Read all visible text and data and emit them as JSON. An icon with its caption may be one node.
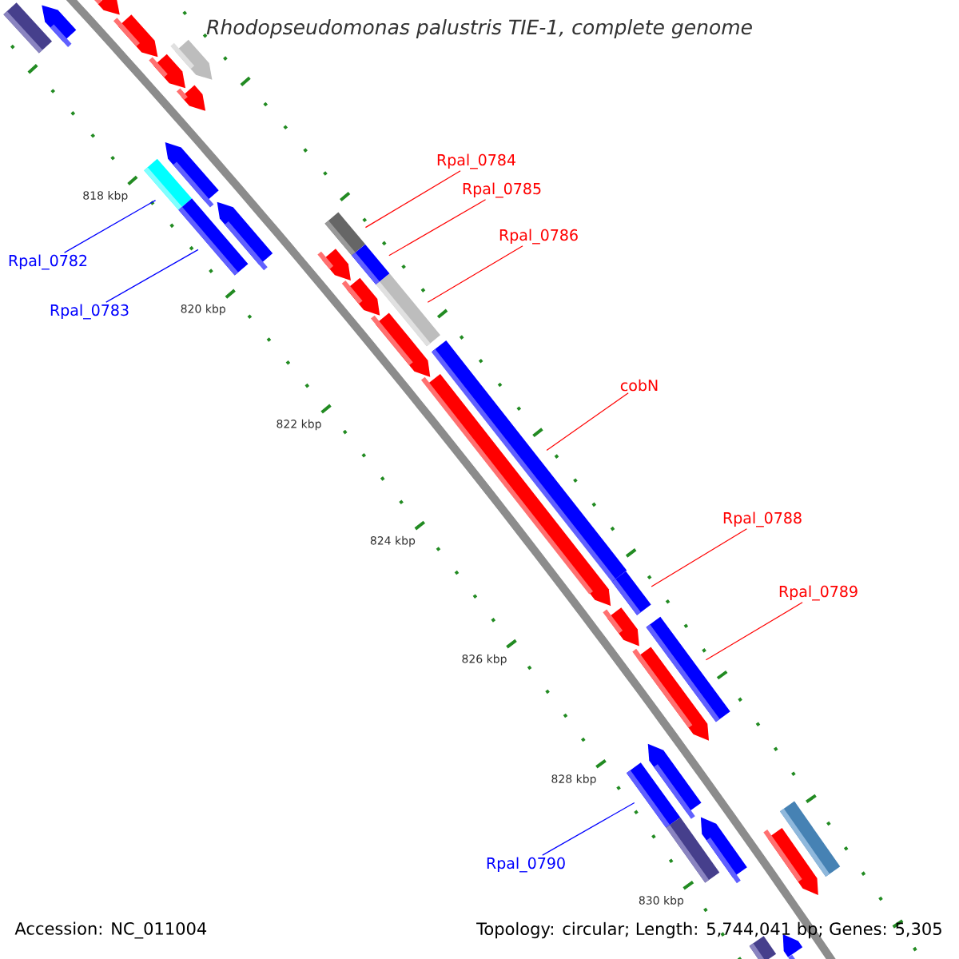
{
  "diagram": {
    "title": "Rhodopseudomonas palustris TIE-1, complete genome",
    "nodes": [
      {
        "text": [
          "Rpal_0784"
        ]
      },
      {
        "text": [
          "Rpal_0785"
        ]
      },
      {
        "text": [
          "Rpal_0786"
        ]
      },
      {
        "text": [
          "Rpal_0782"
        ]
      },
      {
        "text": [
          "Rpal_0783"
        ]
      },
      {
        "text": [
          "cobN"
        ]
      },
      {
        "text": [
          "Rpal_0788"
        ]
      },
      {
        "text": [
          "Rpal_0789"
        ]
      },
      {
        "text": [
          "Rpal_0790"
        ]
      },
      {
        "text": [],
        "shape": "bar"
      },
      {
        "text": [],
        "shape": "arrow"
      },
      {
        "text": [],
        "shape": "arrow"
      },
      {
        "text": [],
        "shape": "arrow"
      },
      {
        "text": [],
        "shape": "arrow"
      },
      {
        "text": [],
        "shape": "arrow"
      },
      {
        "text": [],
        "shape": "arrow"
      },
      {
        "text": [],
        "shape": "bar"
      },
      {
        "text": [],
        "shape": "arrow"
      },
      {
        "text": [],
        "shape": "bar"
      },
      {
        "text": [],
        "shape": "arrow"
      },
      {
        "text": [],
        "shape": "bar"
      },
      {
        "text": [],
        "shape": "arrow"
      },
      {
        "text": [],
        "shape": "bar"
      },
      {
        "text": [],
        "shape": "arrow"
      },
      {
        "text": [],
        "shape": "bar"
      },
      {
        "text": [],
        "shape": "arrow"
      },
      {
        "text": [],
        "shape": "bar"
      },
      {
        "text": [],
        "shape": "arrow"
      },
      {
        "text": [],
        "shape": "bar"
      },
      {
        "text": [],
        "shape": "arrow"
      },
      {
        "text": [],
        "shape": "bar"
      },
      {
        "text": [],
        "shape": "arrow"
      },
      {
        "text": [],
        "shape": "arrow"
      },
      {
        "text": [],
        "shape": "bar"
      },
      {
        "text": [],
        "shape": "bar"
      },
      {
        "text": [],
        "shape": "arrow"
      },
      {
        "text": [],
        "shape": "bar"
      },
      {
        "text": [],
        "shape": "arrow"
      },
      {
        "text": [],
        "shape": "bar"
      },
      {
        "text": [],
        "shape": "arrow"
      }
    ],
    "edges": [
      {
        "from": 3,
        "to": 16,
        "arrow": "none",
        "color": "#0000ff"
      },
      {
        "from": 4,
        "to": 18,
        "arrow": "none",
        "color": "#0000ff"
      },
      {
        "from": 0,
        "to": 20,
        "arrow": "none"
      },
      {
        "from": 1,
        "to": 22,
        "arrow": "none"
      },
      {
        "from": 2,
        "to": 24,
        "arrow": "none"
      },
      {
        "from": 5,
        "to": 26,
        "arrow": "none"
      },
      {
        "from": 6,
        "to": 28,
        "arrow": "none"
      },
      {
        "from": 7,
        "to": 30,
        "arrow": "none"
      },
      {
        "from": 8,
        "to": 33,
        "arrow": "none",
        "color": "#0000ff"
      }
    ],
    "labels": [
      "818 kbp",
      "820 kbp",
      "822 kbp",
      "824 kbp",
      "826 kbp",
      "828 kbp",
      "830 kbp",
      "Accession: NC_011004",
      "Topology: circular; Length: 5,744,041 bp; Genes: 5,305"
    ]
  }
}
